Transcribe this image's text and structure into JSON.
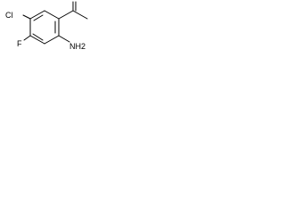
{
  "molecule": {
    "atoms": {
      "cl": "Cl",
      "f": "F",
      "nh2": "NH2"
    }
  },
  "colors": {
    "bond": "#000000",
    "label": "#000000",
    "background": "#ffffff"
  }
}
